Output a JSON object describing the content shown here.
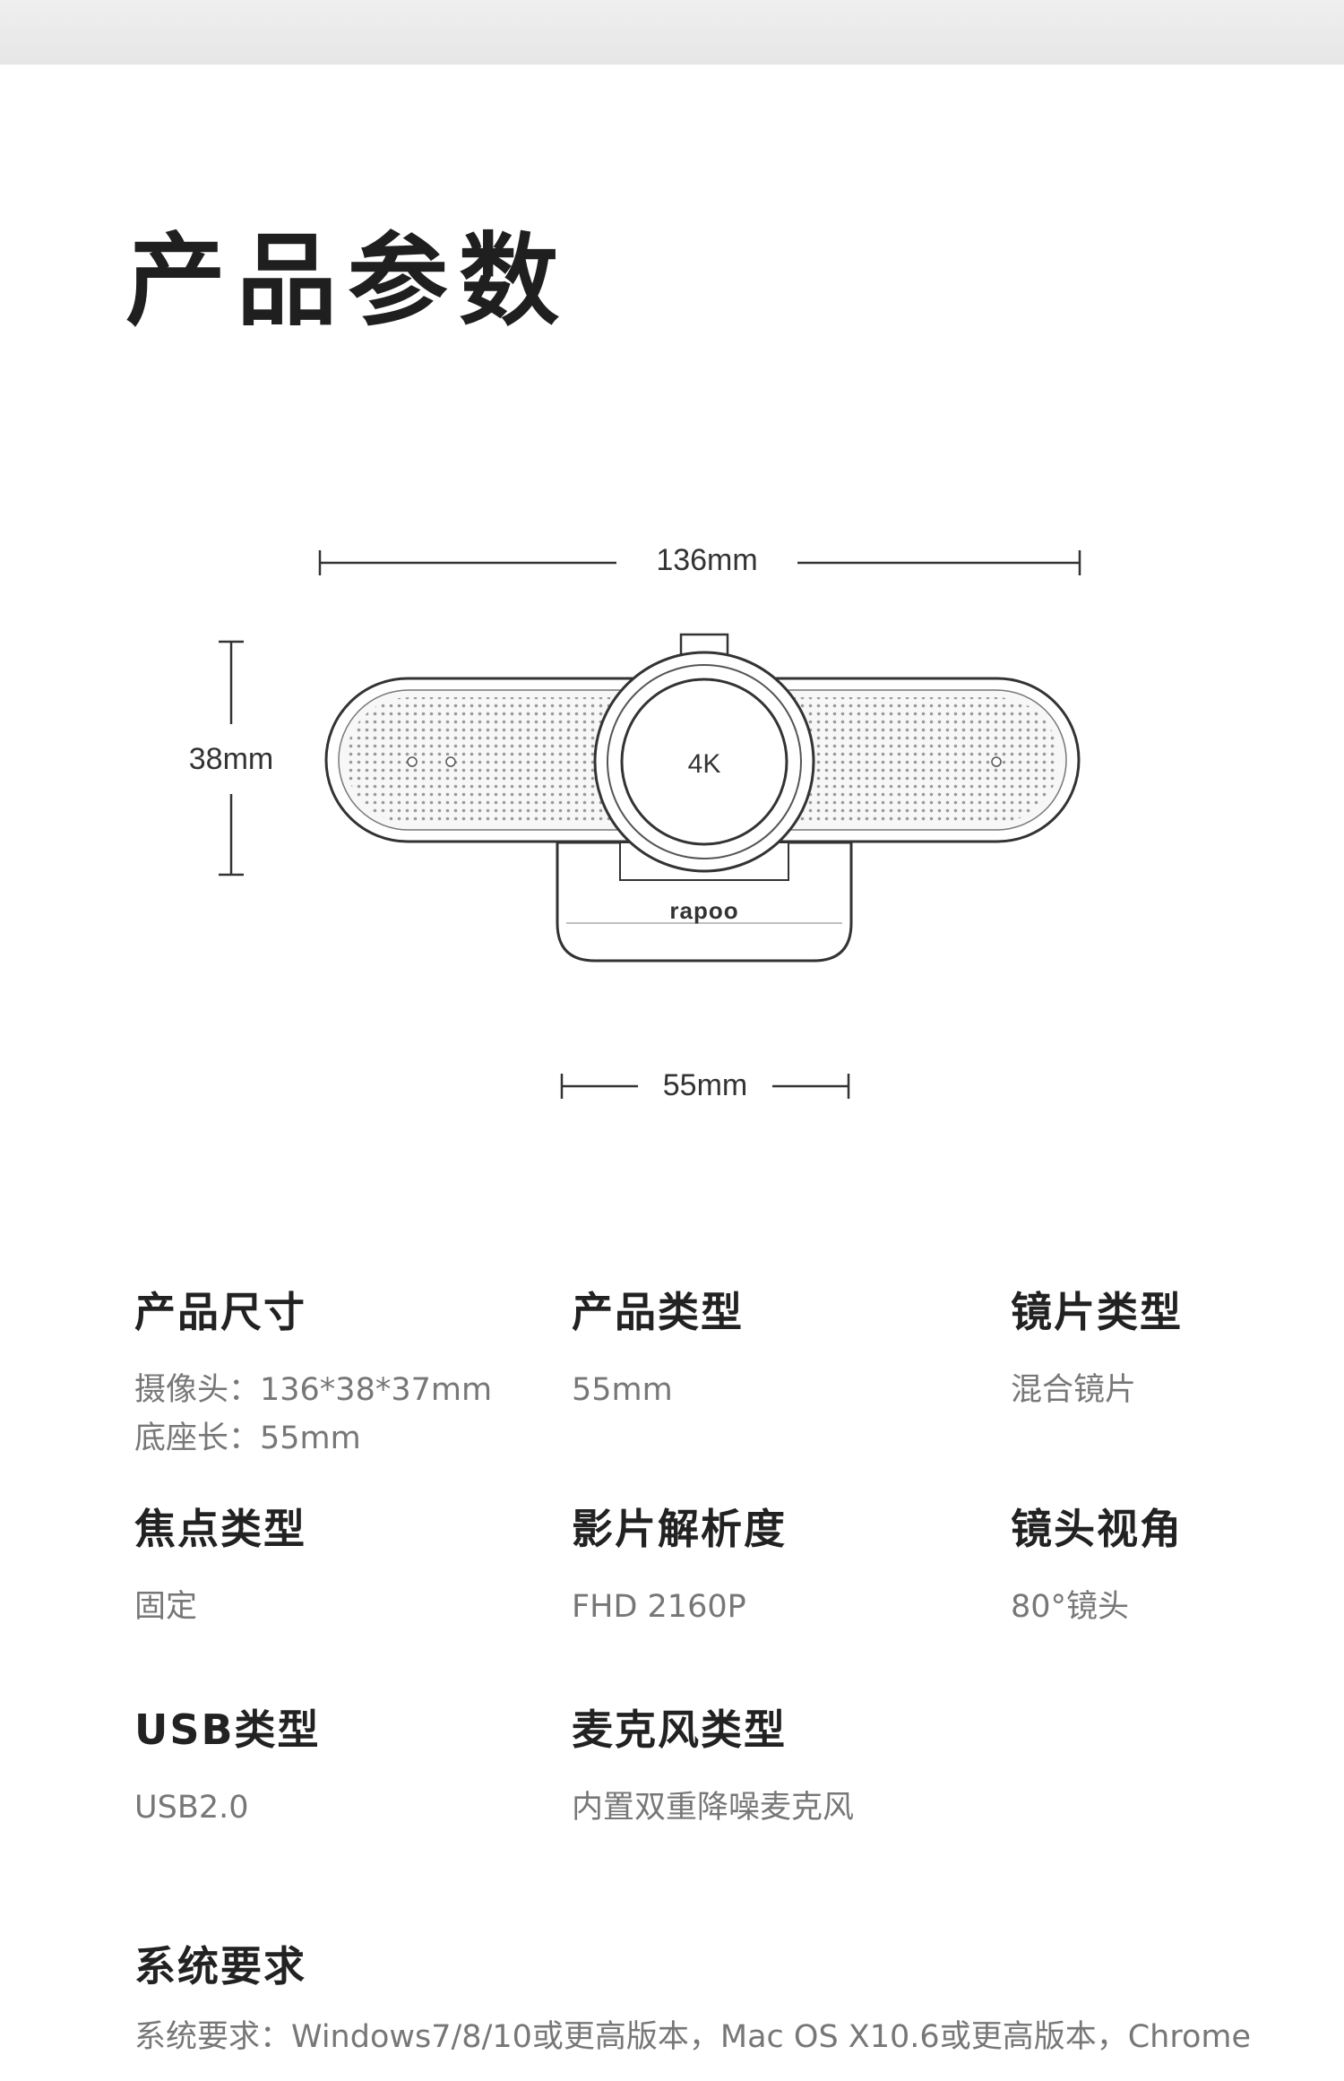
{
  "page": {
    "title": "产品参数"
  },
  "diagram": {
    "width_label": "136mm",
    "height_label": "38mm",
    "base_label": "55mm",
    "lens_label": "4K",
    "brand_label": "rapoo"
  },
  "specs": [
    {
      "title": "产品尺寸",
      "values": [
        "摄像头：136*38*37mm",
        "底座长：55mm"
      ]
    },
    {
      "title": "产品类型",
      "values": [
        "55mm"
      ]
    },
    {
      "title": "镜片类型",
      "values": [
        "混合镜片"
      ]
    },
    {
      "title": "焦点类型",
      "values": [
        "固定"
      ]
    },
    {
      "title": "影片解析度",
      "values": [
        "FHD 2160P"
      ]
    },
    {
      "title": "镜头视角",
      "values": [
        "80°镜头"
      ]
    },
    {
      "title": "USB类型",
      "values": [
        "USB2.0"
      ]
    },
    {
      "title": "麦克风类型",
      "values": [
        "内置双重降噪麦克风"
      ]
    }
  ],
  "system": {
    "title": "系统要求",
    "text": "系统要求：Windows7/8/10或更高版本，Mac OS X10.6或更高版本，Chrome"
  }
}
